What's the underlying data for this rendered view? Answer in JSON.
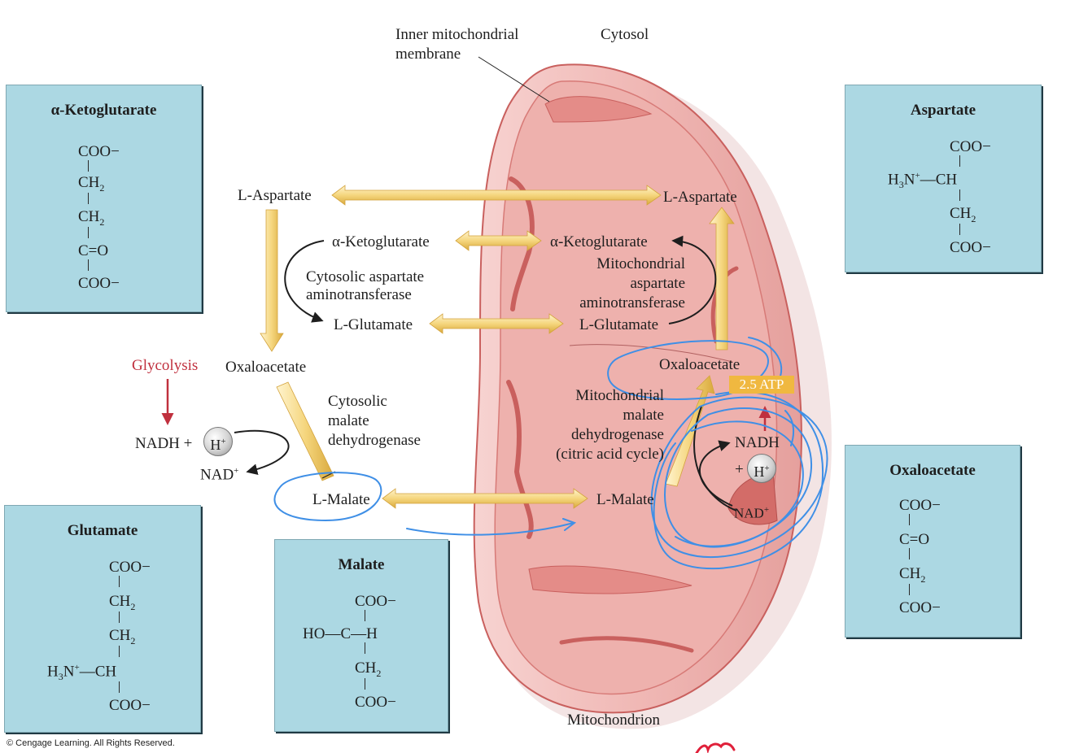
{
  "labels": {
    "membrane": [
      "Inner mitochondrial",
      "membrane"
    ],
    "cytosol": "Cytosol",
    "mitochondrion": "Mitochondrion",
    "glycolysis": "Glycolysis",
    "copyright": "© Cengage Learning. All Rights Reserved."
  },
  "pathway": {
    "aspartate_cyto": "L-Aspartate",
    "aspartate_mito": "L-Aspartate",
    "akg_cyto": "α-Ketoglutarate",
    "akg_mito": "α-Ketoglutarate",
    "glutamate_cyto": "L-Glutamate",
    "glutamate_mito": "L-Glutamate",
    "oaa_cyto": "Oxaloacetate",
    "oaa_mito": "Oxaloacetate",
    "malate_cyto": "L-Malate",
    "malate_mito": "L-Malate",
    "cyto_ast": [
      "Cytosolic aspartate",
      "aminotransferase"
    ],
    "mito_ast": [
      "Mitochondrial",
      "aspartate",
      "aminotransferase"
    ],
    "cyto_mdh": [
      "Cytosolic",
      "malate",
      "dehydrogenase"
    ],
    "mito_mdh": [
      "Mitochondrial",
      "malate",
      "dehydrogenase",
      "(citric acid cycle)"
    ],
    "nadh_cyto": "NADH +",
    "h_cyto": "H+",
    "nad_cyto": "NAD+",
    "nadh_mito": "NADH",
    "h_mito_plus": "+",
    "h_mito": "H+",
    "nad_mito": "NAD+",
    "atp": "2.5 ATP"
  },
  "structures": {
    "akg": {
      "title": "α-Ketoglutarate",
      "rows": [
        "COO−",
        "CH2",
        "CH2",
        "C=O",
        "COO−"
      ]
    },
    "aspartate": {
      "title": "Aspartate",
      "rows": [
        "COO−",
        "H3N+—CH",
        "CH2",
        "COO−"
      ]
    },
    "glutamate": {
      "title": "Glutamate",
      "rows": [
        "COO−",
        "CH2",
        "CH2",
        "H3N+—CH",
        "COO−"
      ]
    },
    "malate": {
      "title": "Malate",
      "rows": [
        "COO−",
        "HO—C—H",
        "CH2",
        "COO−"
      ]
    },
    "oxaloacetate": {
      "title": "Oxaloacetate",
      "rows": [
        "COO−",
        "C=O",
        "CH2",
        "COO−"
      ]
    }
  },
  "colors": {
    "box": "#acd8e3",
    "mito_outer": "#f2c3c1",
    "mito_inner": "#e69494",
    "arrow": "#f5d47a",
    "annotation_blue": "#3f8fe6",
    "annotation_red": "#e0203a",
    "glycolysis": "#c0303e"
  }
}
